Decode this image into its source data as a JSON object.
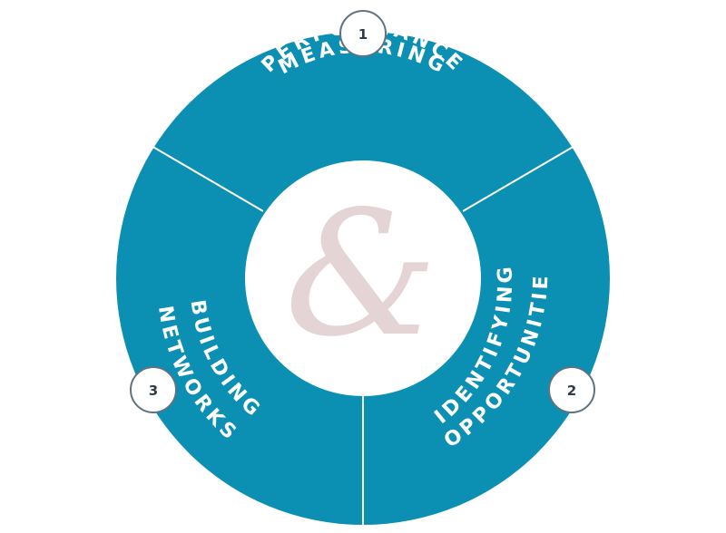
{
  "diagram": {
    "center_symbol": "&",
    "segments": [
      {
        "number": "1",
        "line1": "MEASURING",
        "line2": "PERFORMANCE"
      },
      {
        "number": "2",
        "line1": "IDENTIFYING",
        "line2": "OPPORTUNITIES"
      },
      {
        "number": "3",
        "line1": "BUILDING",
        "line2": "NETWORKS"
      }
    ]
  },
  "colors": {
    "ring": "#0b8fb3",
    "divider": "#ffffff",
    "center": "#ffffff",
    "badge_border": "#5f7282",
    "ampersand": "#e4d4d6"
  }
}
